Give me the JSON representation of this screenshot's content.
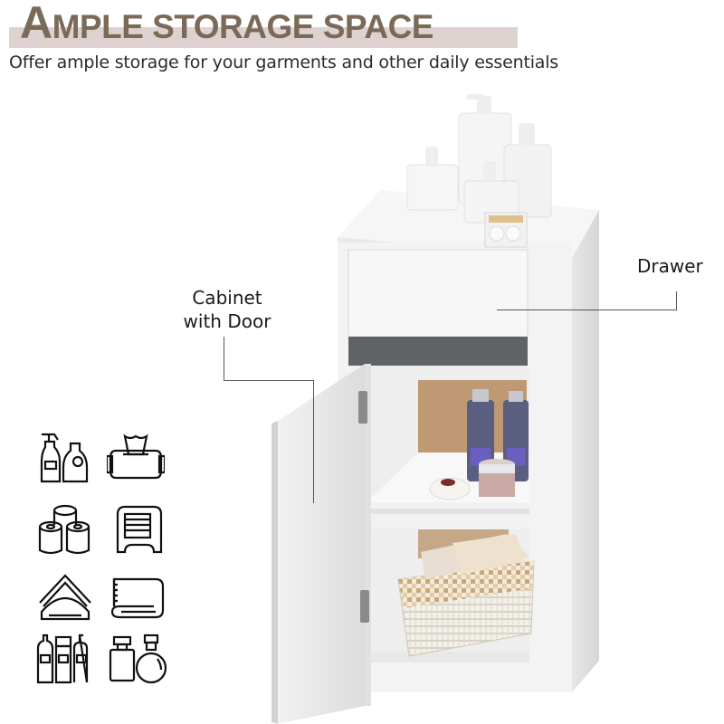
{
  "header": {
    "title_first_letter": "A",
    "title_rest": "MPLE STORAGE SPACE",
    "subtitle": "Offer ample storage for your garments and other daily essentials"
  },
  "callouts": {
    "cabinet_line1": "Cabinet",
    "cabinet_line2": "with Door",
    "drawer": "Drawer"
  },
  "icons": [
    {
      "name": "cleaning-spray-bottles-icon"
    },
    {
      "name": "wet-wipes-pack-icon"
    },
    {
      "name": "toilet-paper-rolls-icon"
    },
    {
      "name": "tissue-box-icon"
    },
    {
      "name": "napkin-holder-icon"
    },
    {
      "name": "folded-towel-icon"
    },
    {
      "name": "toiletry-bottles-icon"
    },
    {
      "name": "perfume-bottles-icon"
    }
  ],
  "colors": {
    "title": "#7b6a58",
    "title_bar": "#ddd2cf",
    "cabinet": "#f4f4f4",
    "drawer_gap": "#5f6368",
    "back_panel": "#b58a5e"
  }
}
